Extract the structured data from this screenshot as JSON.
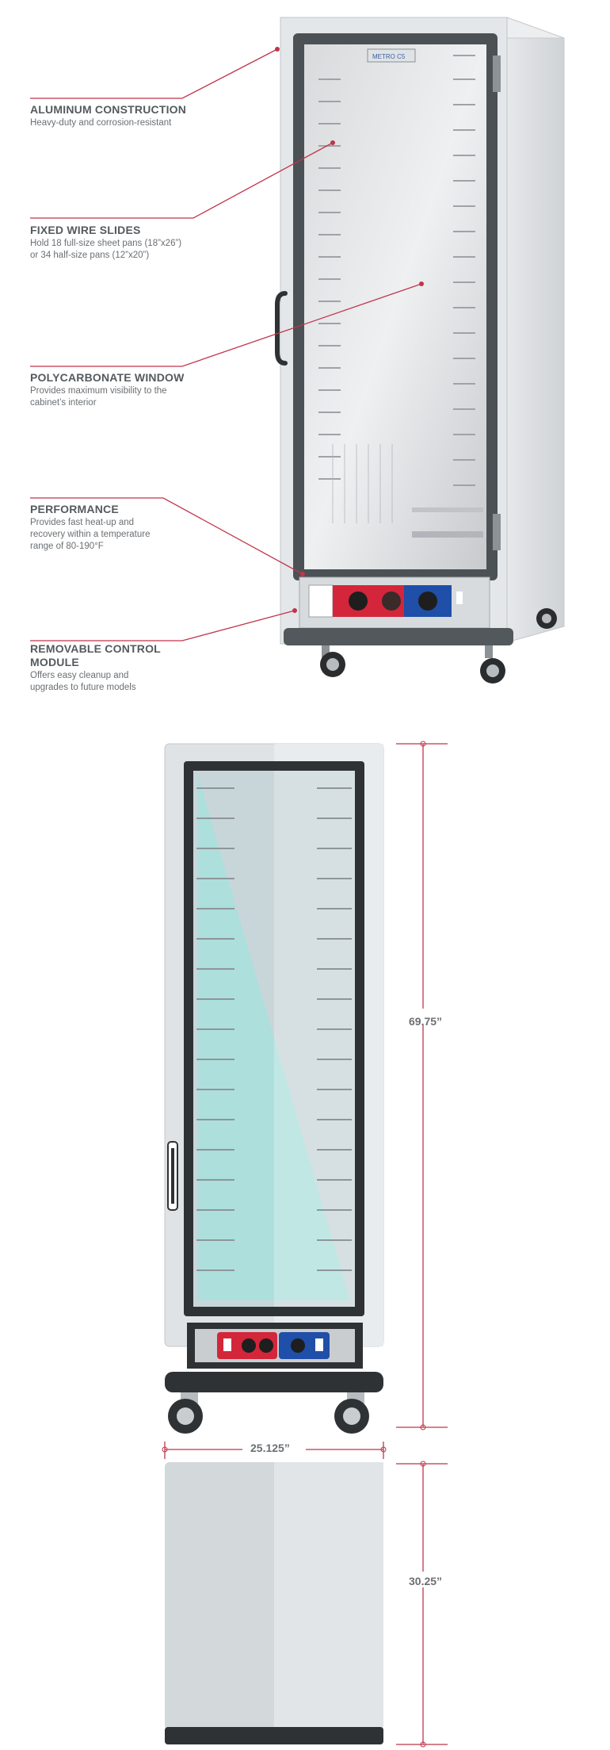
{
  "features": [
    {
      "title": "ALUMINUM CONSTRUCTION",
      "desc": [
        "Heavy-duty and corrosion-resistant"
      ]
    },
    {
      "title": "FIXED WIRE SLIDES",
      "desc": [
        "Hold 18 full-size sheet pans (18”x26”)",
        "or 34 half-size pans (12”x20”)"
      ]
    },
    {
      "title": "POLYCARBONATE WINDOW",
      "desc": [
        "Provides maximum visibility to the",
        "cabinet’s interior"
      ]
    },
    {
      "title": "PERFORMANCE",
      "desc": [
        "Provides fast heat-up and",
        "recovery within a temperature",
        "range of 80-190°F"
      ]
    },
    {
      "title": [
        "REMOVABLE CONTROL",
        "MODULE"
      ],
      "desc": [
        "Offers easy cleanup and",
        "upgrades to future models"
      ]
    }
  ],
  "dimensions": {
    "height": "69.75”",
    "width": "25.125”",
    "depth": "30.25”"
  },
  "colors": {
    "callout_line": "#c0354a",
    "title_text": "#555a5e",
    "desc_text": "#6b6f73",
    "glass_tint": "#a8e0dc",
    "frame_dark": "#2f3234",
    "panel_red": "#d3263a",
    "panel_blue": "#1f4fa8"
  }
}
